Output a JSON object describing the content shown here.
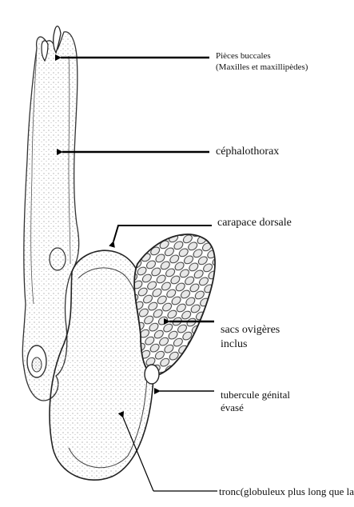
{
  "labels": {
    "pieces_buccales": {
      "line1": "Pièces buccales",
      "line2": "(Maxilles et maxillipèdes)"
    },
    "cephalothorax": {
      "text": "céphalothorax"
    },
    "carapace_dorsale": {
      "text": "carapace dorsale"
    },
    "sacs_ovigeres": {
      "line1": "sacs ovigères",
      "line2": "inclus"
    },
    "tubercule_genital": {
      "line1": "tubercule génital",
      "line2": "évasé"
    },
    "tronc": {
      "text": "tronc(globuleux plus long que large)"
    }
  }
}
